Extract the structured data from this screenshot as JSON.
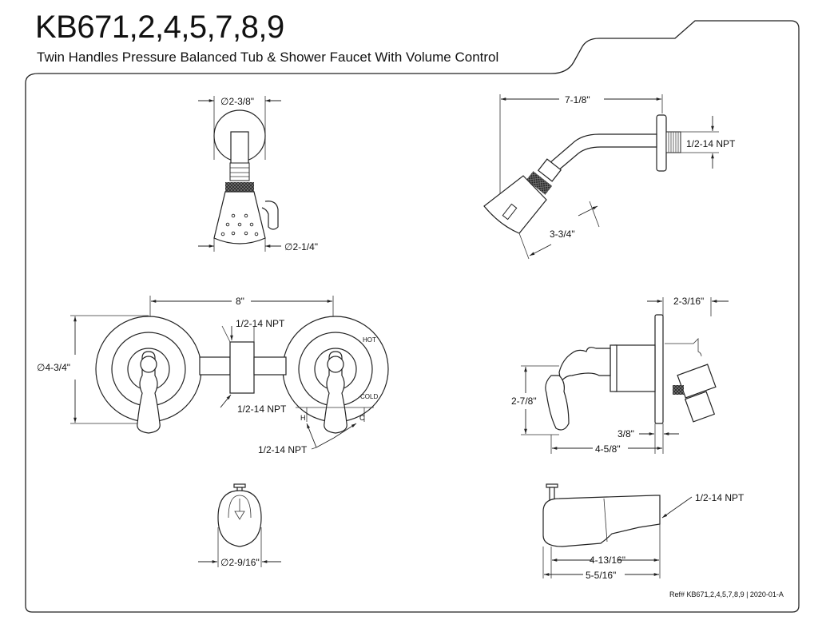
{
  "header": {
    "title": "KB671,2,4,5,7,8,9",
    "subtitle": "Twin Handles Pressure Balanced Tub & Shower Faucet With Volume Control"
  },
  "showerhead_front": {
    "dia_top": "∅2-3/8\"",
    "dia_bottom": "∅2-1/4\""
  },
  "showerhead_side": {
    "length": "7-1/8\"",
    "thread": "1/2-14 NPT",
    "drop": "3-3/4\""
  },
  "valve_front": {
    "center": "8\"",
    "dia": "∅4-3/4\"",
    "thread_top": "1/2-14 NPT",
    "thread_mid": "1/2-14 NPT",
    "thread_bottom": "1/2-14 NPT",
    "hot": "HOT",
    "cold": "COLD",
    "h": "H",
    "c": "C"
  },
  "valve_side": {
    "depth": "2-3/16\"",
    "height": "2-7/8\"",
    "offset": "3/8\"",
    "projection": "4-5/8\""
  },
  "spout_front": {
    "dia": "∅2-9/16\""
  },
  "spout_side": {
    "thread": "1/2-14 NPT",
    "inner": "4-13/16\"",
    "length": "5-5/16\""
  },
  "footer": {
    "ref": "Ref# KB671,2,4,5,7,8,9 | 2020-01-A"
  }
}
